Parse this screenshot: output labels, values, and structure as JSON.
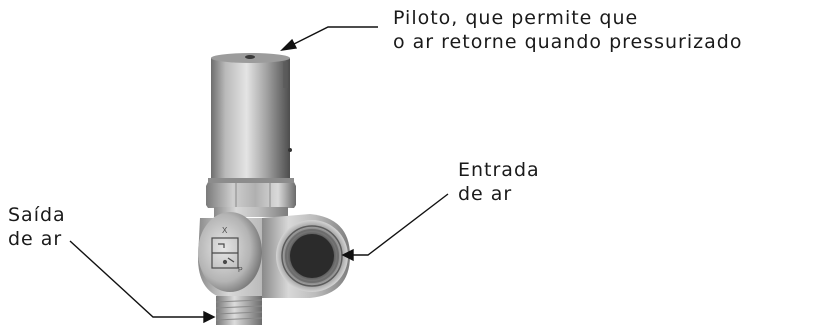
{
  "annotations": {
    "pilot": {
      "line1": "Piloto, que permite que",
      "line2": "o ar retorne quando pressurizado"
    },
    "inlet": {
      "line1": "Entrada",
      "line2": "de ar"
    },
    "outlet": {
      "line1": "Saída",
      "line2": "de ar"
    }
  },
  "colors": {
    "background": "#ffffff",
    "text": "#1a1a1a",
    "steel_light": "#d6d6d6",
    "steel_dark": "#5a5a5a"
  }
}
